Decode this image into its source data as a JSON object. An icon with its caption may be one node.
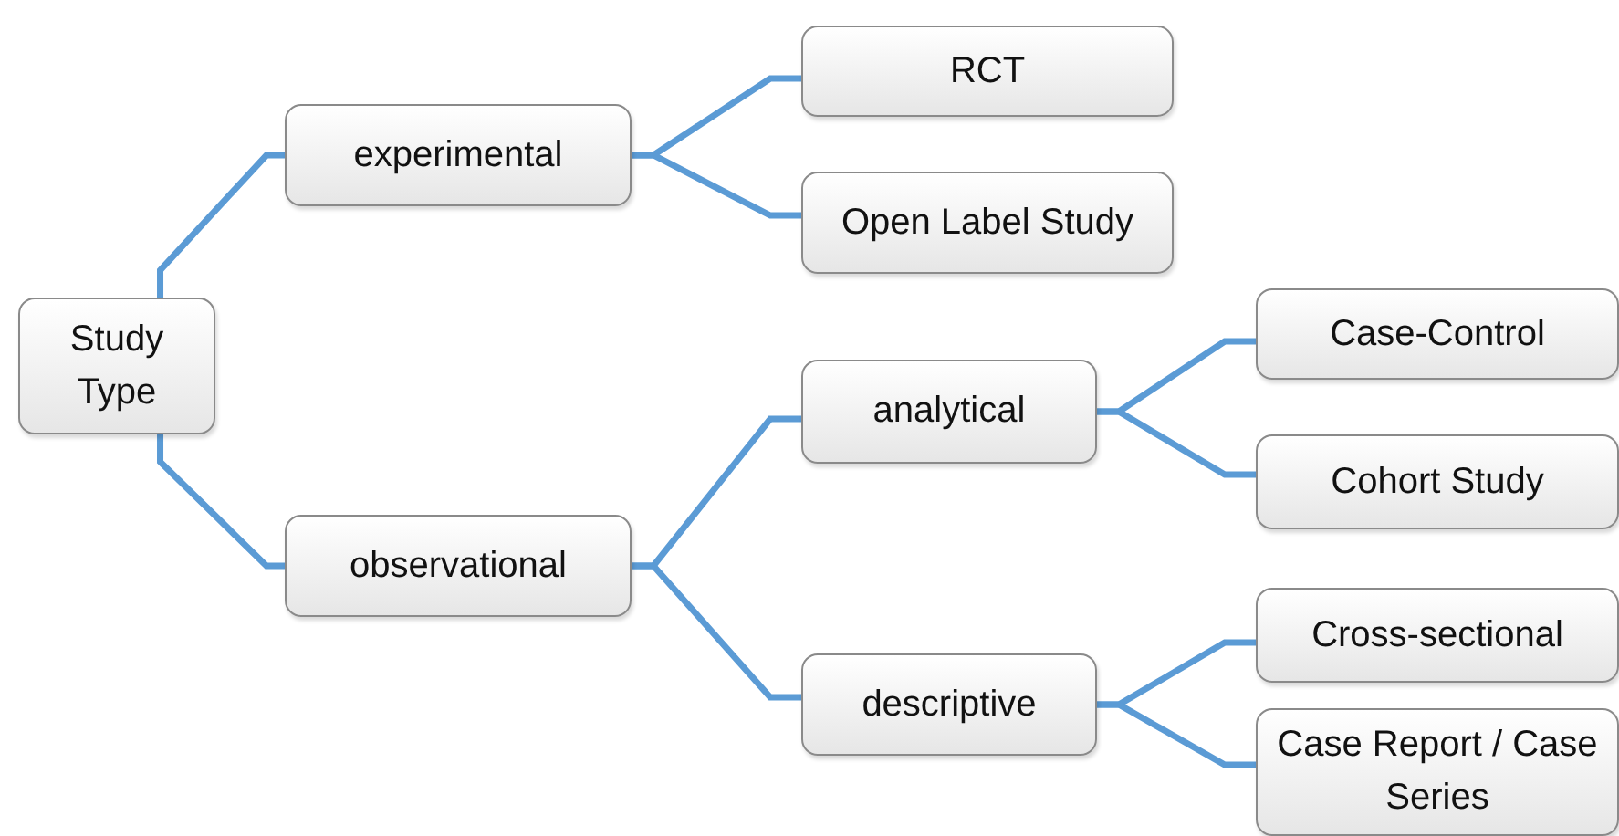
{
  "diagram": {
    "nodes": [
      {
        "text": [
          "Study Type"
        ]
      },
      {
        "text": [
          "experimental"
        ]
      },
      {
        "text": [
          "observational"
        ]
      },
      {
        "text": [
          "RCT"
        ]
      },
      {
        "text": [
          "Open Label Study"
        ]
      },
      {
        "text": [
          "analytical"
        ]
      },
      {
        "text": [
          "descriptive"
        ]
      },
      {
        "text": [
          "Case-Control"
        ]
      },
      {
        "text": [
          "Cohort Study"
        ]
      },
      {
        "text": [
          "Cross-sectional"
        ]
      },
      {
        "text": [
          "Case Report / Case Series"
        ]
      }
    ],
    "edges": [
      {
        "from": 0,
        "to": 1,
        "arrow": "none"
      },
      {
        "from": 0,
        "to": 2,
        "arrow": "none"
      },
      {
        "from": 1,
        "to": 3,
        "arrow": "none"
      },
      {
        "from": 1,
        "to": 4,
        "arrow": "none"
      },
      {
        "from": 2,
        "to": 5,
        "arrow": "none"
      },
      {
        "from": 2,
        "to": 6,
        "arrow": "none"
      },
      {
        "from": 5,
        "to": 7,
        "arrow": "none"
      },
      {
        "from": 5,
        "to": 8,
        "arrow": "none"
      },
      {
        "from": 6,
        "to": 9,
        "arrow": "none"
      },
      {
        "from": 6,
        "to": 10,
        "arrow": "none"
      }
    ]
  }
}
